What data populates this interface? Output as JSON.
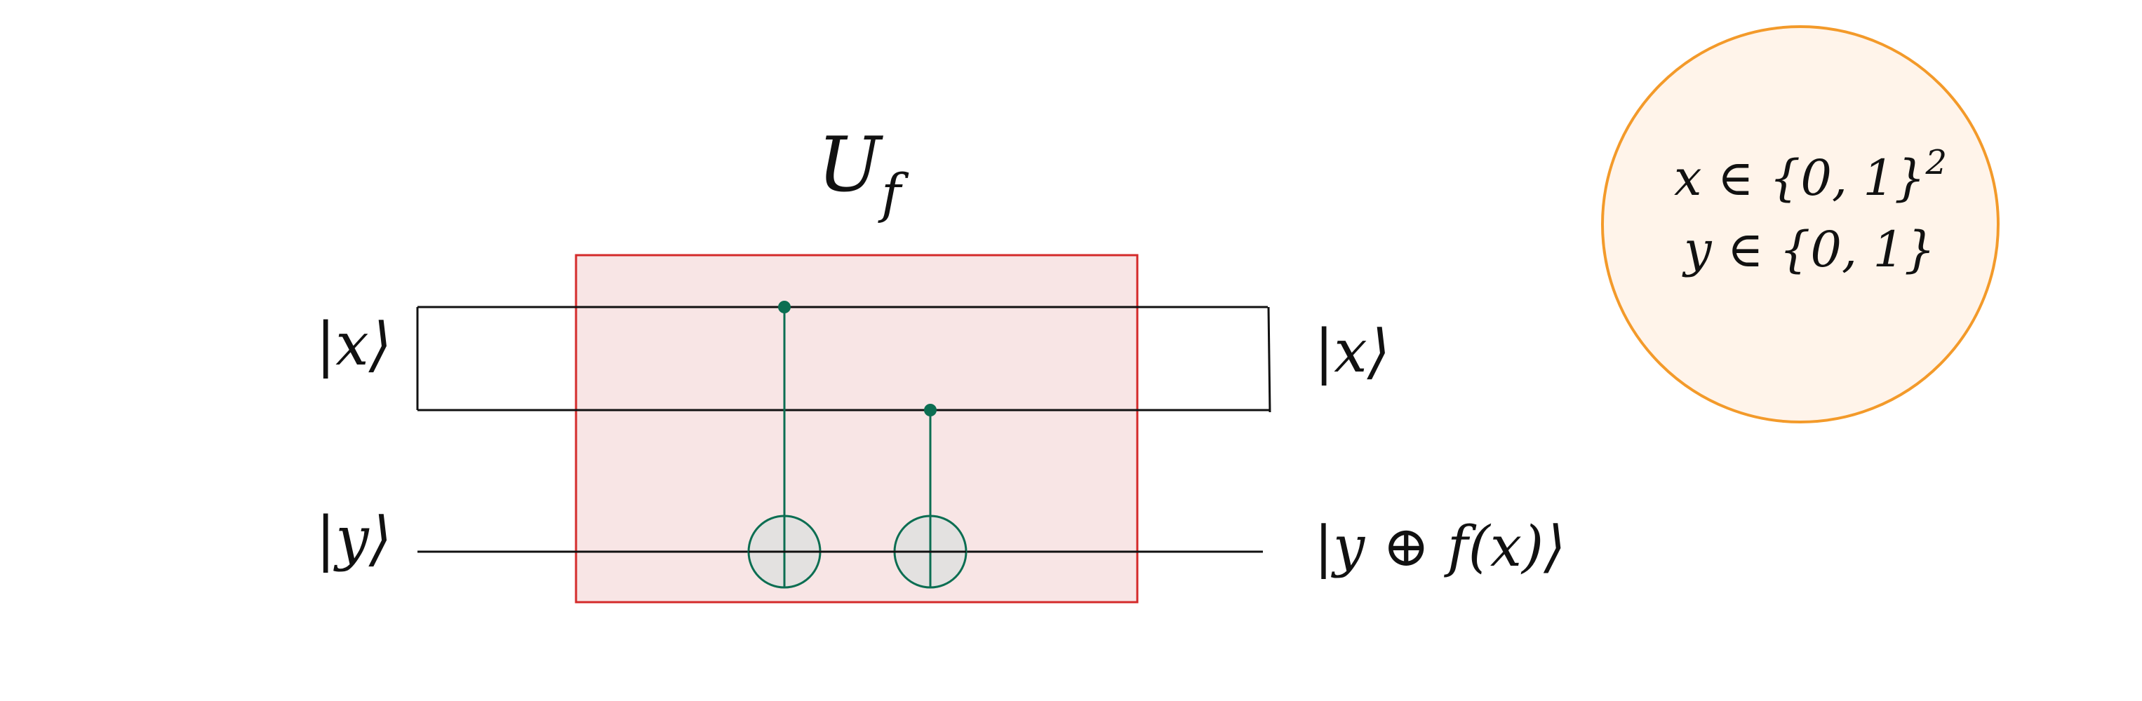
{
  "colors": {
    "gate_box_fill": "#f8e5e5",
    "gate_box_stroke": "#d42a2a",
    "gate_element": "#0c6e52",
    "target_fill": "#e3e1e0",
    "wire": "#111111",
    "note_fill": "#fff4ea",
    "note_stroke": "#f39a2a"
  },
  "gate": {
    "label": "U",
    "label_subscript": "f"
  },
  "inputs": {
    "x_label": "|x⟩",
    "y_label": "|y⟩"
  },
  "outputs": {
    "x_label": "|x⟩",
    "y_label": "|y ⊕ f(x)⟩"
  },
  "note": {
    "line1": "x ∈ {0, 1}",
    "line1_superscript": "2",
    "line2": "y ∈ {0, 1}"
  },
  "icons": {
    "control_dot": "control-dot-icon",
    "target": "cnot-target-icon"
  }
}
